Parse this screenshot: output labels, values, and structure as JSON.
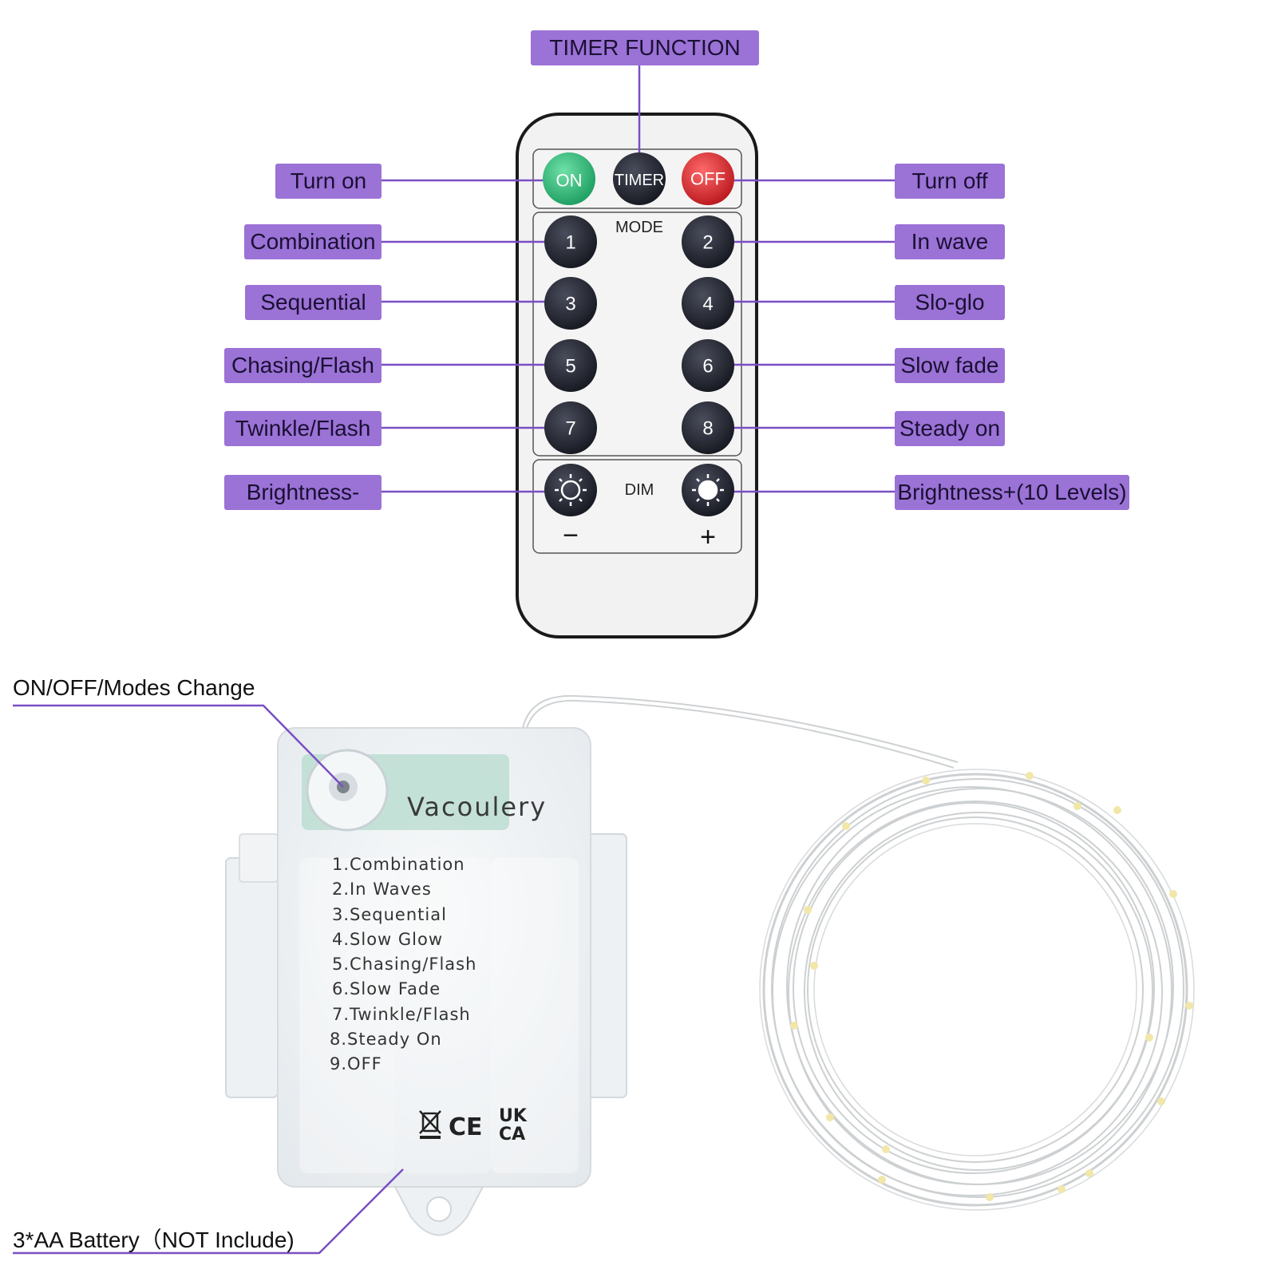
{
  "remote": {
    "timer_function_label": "TIMER FUNCTION",
    "buttons": {
      "on": "ON",
      "timer": "TIMER",
      "off": "OFF",
      "mode_label": "MODE",
      "dim_label": "DIM",
      "minus": "−",
      "plus": "+",
      "numbers": [
        "1",
        "2",
        "3",
        "4",
        "5",
        "6",
        "7",
        "8"
      ]
    },
    "callouts_left": [
      "Turn on",
      "Combination",
      "Sequential",
      "Chasing/Flash",
      "Twinkle/Flash",
      "Brightness-"
    ],
    "callouts_right": [
      "Turn off",
      "In wave",
      "Slo-glo",
      "Slow fade",
      "Steady on",
      "Brightness+(10 Levels)"
    ],
    "colors": {
      "tag": "#9b72d6",
      "line": "#7a4fc4",
      "on_button": "#2fbf7a",
      "off_button": "#e0242b",
      "dark_button": "#1f2230"
    }
  },
  "battery_box": {
    "switch_callout": "ON/OFF/Modes Change",
    "battery_callout": "3*AA Battery（NOT Include)",
    "brand": "Vacoulery",
    "modes": [
      "1.Combination",
      "2.In Waves",
      "3.Sequential",
      "4.Slow Glow",
      "5.Chasing/Flash",
      "6.Slow Fade",
      "7.Twinkle/Flash",
      "8.Steady On",
      "9.OFF"
    ],
    "certifications": {
      "ce": "CE",
      "uk_top": "UK",
      "uk_bottom": "CA"
    }
  }
}
